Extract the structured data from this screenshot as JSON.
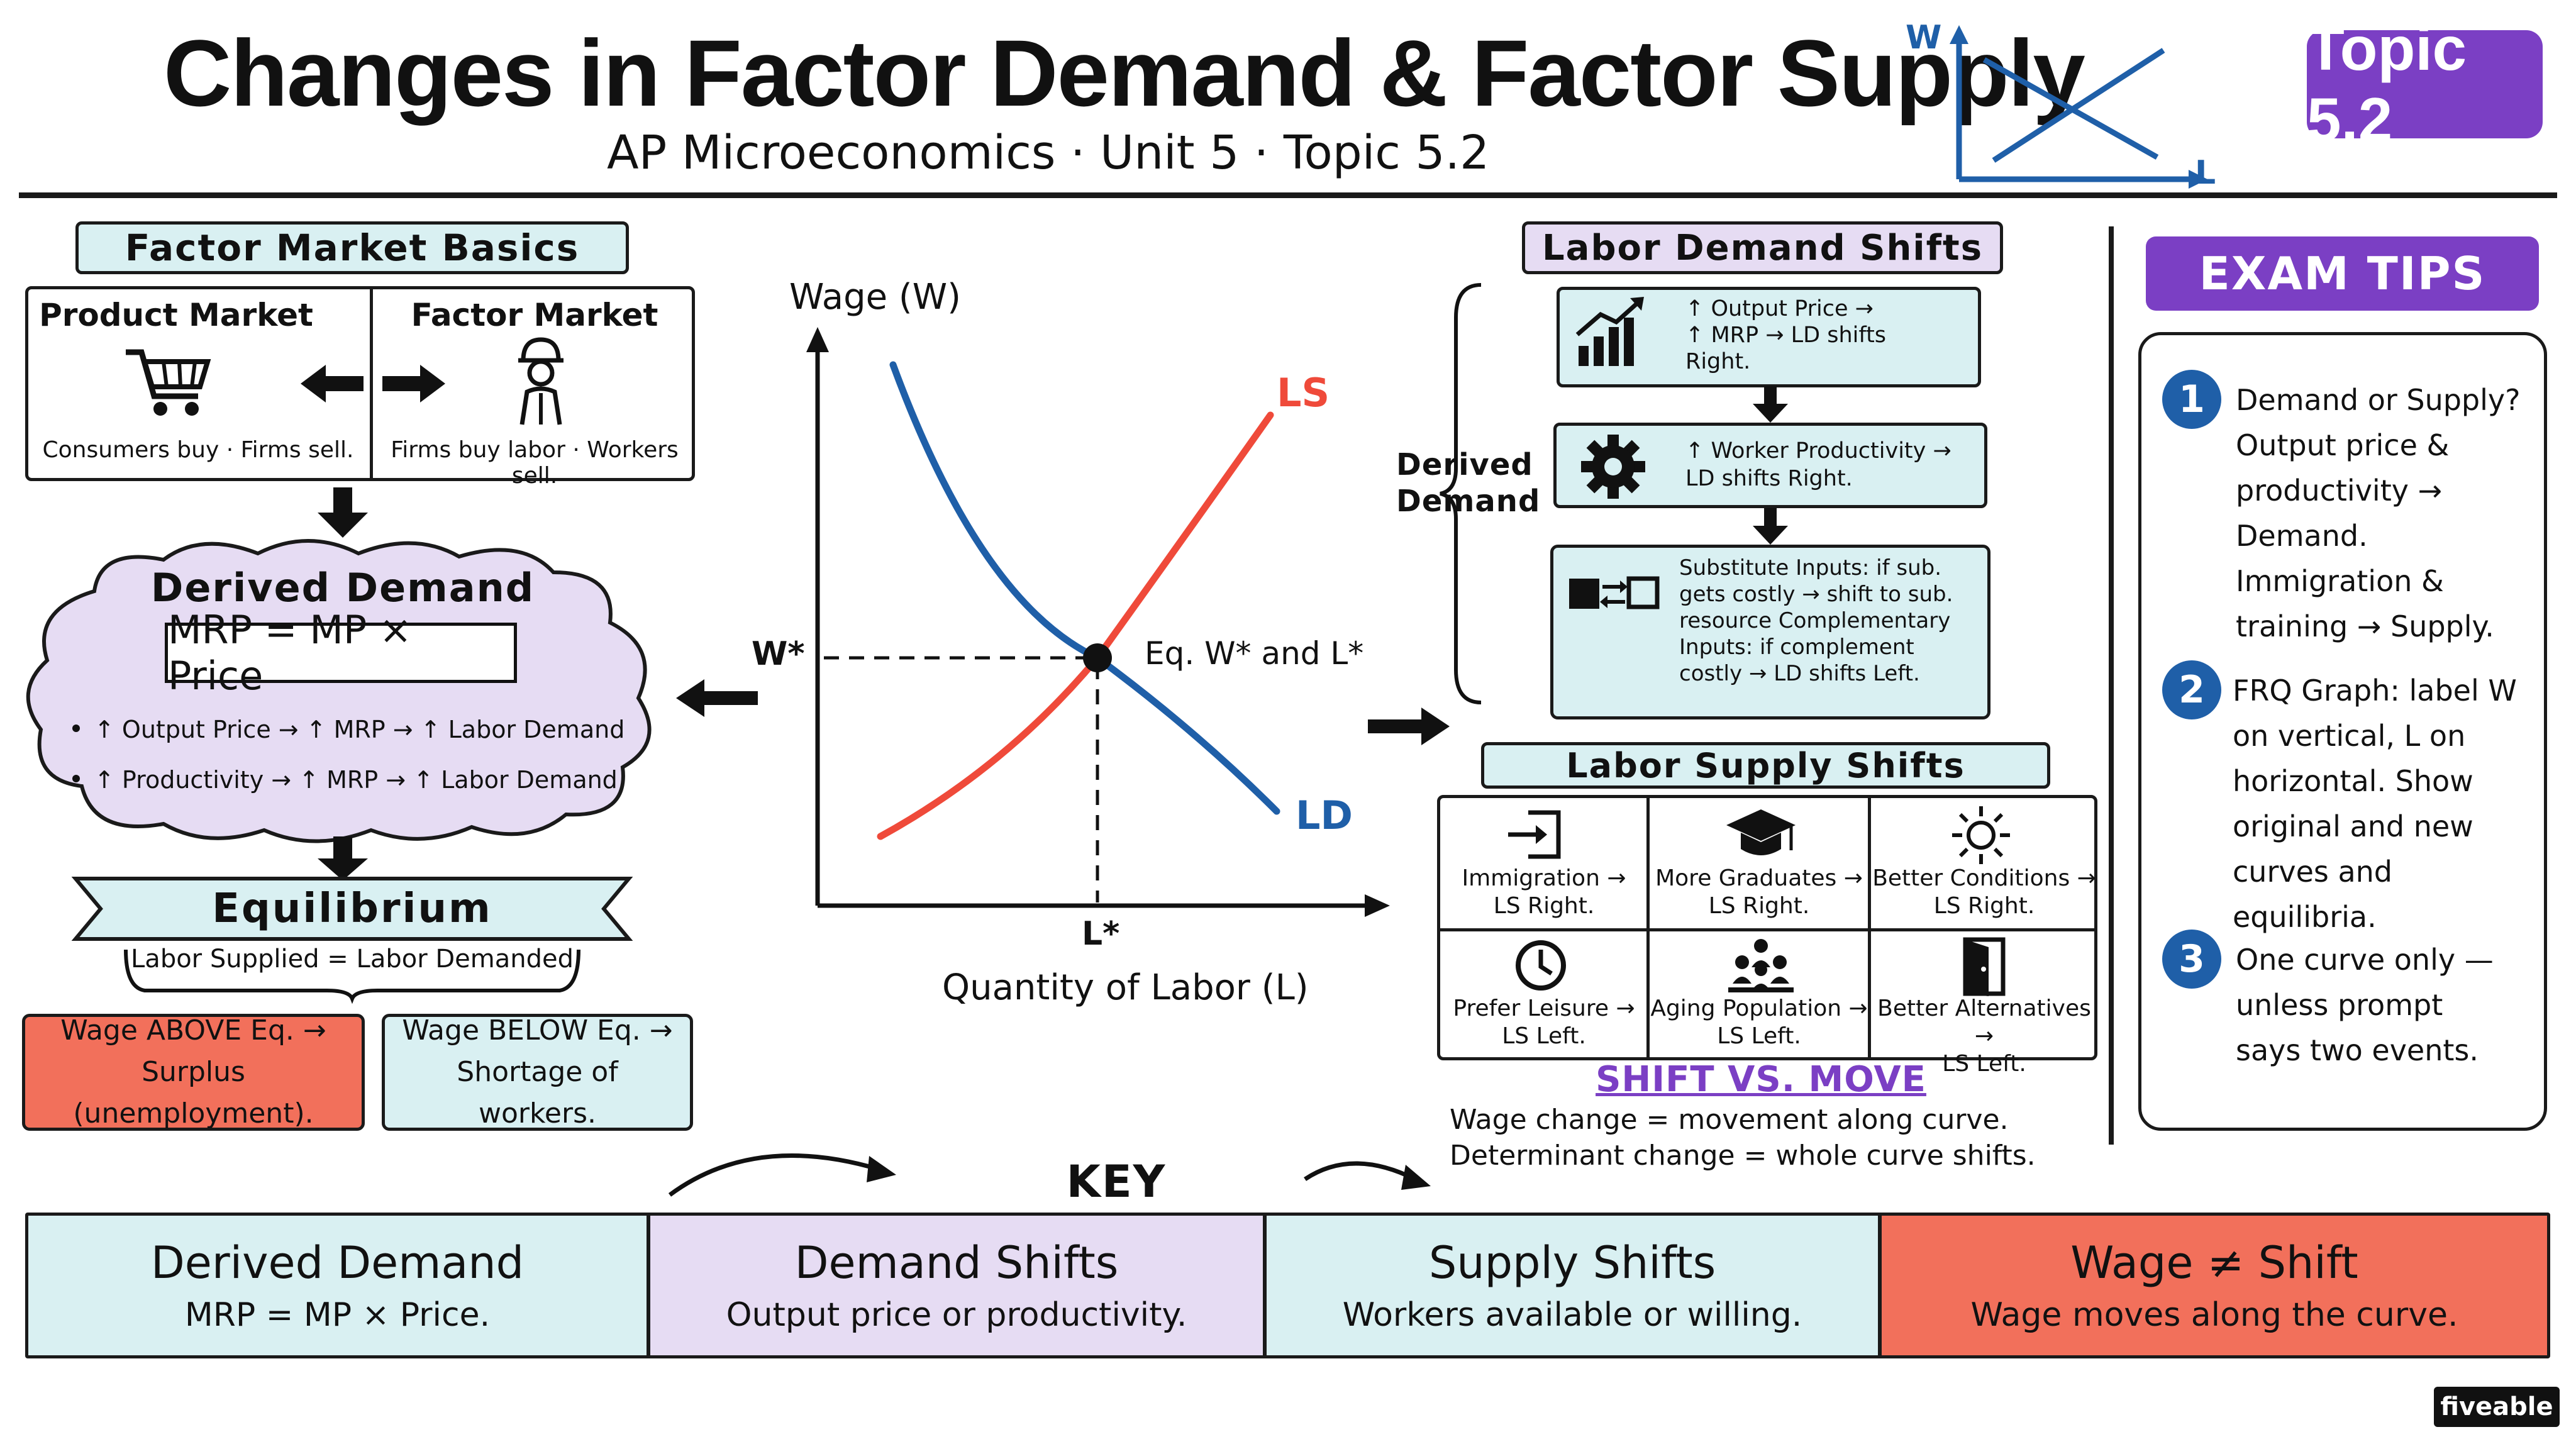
{
  "header": {
    "title": "Changes in Factor Demand & Factor Supply",
    "subtitle": "AP Microeconomics · Unit 5 · Topic 5.2",
    "badge": "Topic 5.2",
    "mini_graph": {
      "y_label": "W",
      "x_label": "L"
    }
  },
  "basics": {
    "title": "Factor Market Basics",
    "product": {
      "title": "Product Market",
      "caption": "Consumers buy · Firms sell."
    },
    "factor": {
      "title": "Factor Market",
      "caption": "Firms buy labor · Workers sell."
    }
  },
  "derived": {
    "title": "Derived Demand",
    "formula": "MRP = MP × Price",
    "bullets": [
      "↑ Output Price → ↑ MRP → ↑ Labor Demand",
      "↑ Productivity → ↑ MRP → ↑ Labor Demand"
    ]
  },
  "equilibrium": {
    "title": "Equilibrium",
    "condition": "Labor Supplied = Labor Demanded",
    "above": "Wage ABOVE Eq. → Surplus (unemployment).",
    "below": "Wage BELOW Eq. → Shortage of workers."
  },
  "graph": {
    "y_axis": "Wage (W)",
    "x_axis": "Quantity of Labor (L)",
    "w_star": "W*",
    "l_star": "L*",
    "eq_label": "Eq. W* and L*",
    "ls_label": "LS",
    "ld_label": "LD",
    "colors": {
      "ls": "#ef4a3a",
      "ld": "#1f5fa8"
    }
  },
  "demand_shifts": {
    "title": "Labor Demand Shifts",
    "side_label": "Derived Demand",
    "items": [
      "↑ Output Price → ↑ MRP → LD shifts Right.",
      "↑ Worker Productivity → LD shifts Right.",
      "Substitute Inputs: if sub. gets costly → shift to sub. resource Complementary Inputs: if complement costly → LD shifts Left."
    ]
  },
  "supply_shifts": {
    "title": "Labor Supply Shifts",
    "cells": [
      {
        "a": "Immigration →",
        "b": "LS Right.",
        "icon": "enter-icon"
      },
      {
        "a": "More Graduates →",
        "b": "LS Right.",
        "icon": "graduation-cap-icon"
      },
      {
        "a": "Better Conditions →",
        "b": "LS Right.",
        "icon": "sun-icon"
      },
      {
        "a": "Prefer Leisure →",
        "b": "LS Left.",
        "icon": "clock-icon"
      },
      {
        "a": "Aging Population →",
        "b": "LS Left.",
        "icon": "people-icon"
      },
      {
        "a": "Better Alternatives →",
        "b": "LS Left.",
        "icon": "door-icon"
      }
    ]
  },
  "shift_move": {
    "title": "Shift vs. Move",
    "line1": "Wage change = movement along curve.",
    "line2": "Determinant change = whole curve shifts."
  },
  "tips": {
    "title": "Exam Tips",
    "items": [
      {
        "n": "1",
        "text": "Demand or Supply? Output price & productivity → Demand. Immigration & training → Supply."
      },
      {
        "n": "2",
        "text": "FRQ Graph: label W on vertical, L on horizontal. Show original and new curves and equilibria."
      },
      {
        "n": "3",
        "text": "One curve only — unless prompt says two events."
      }
    ]
  },
  "takeaways": {
    "title": "Key Takeaways",
    "cards": [
      {
        "title": "Derived Demand",
        "text": "MRP = MP × Price.",
        "color": "#d9f0f2"
      },
      {
        "title": "Demand Shifts",
        "text": "Output price or productivity.",
        "color": "#e6dcf3"
      },
      {
        "title": "Supply Shifts",
        "text": "Workers available or willing.",
        "color": "#d9f0f2"
      },
      {
        "title": "Wage ≠ Shift",
        "text": "Wage moves along the curve.",
        "color": "#f2705b"
      }
    ]
  },
  "brand": "fiveable"
}
